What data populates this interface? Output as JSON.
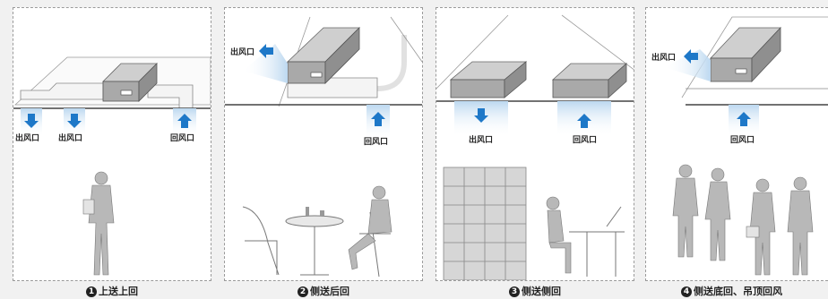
{
  "panels": [
    {
      "number": "1",
      "caption": "上送上回",
      "labels": {
        "out_1": "出风口",
        "out_2": "出风口",
        "return": "回风口"
      }
    },
    {
      "number": "2",
      "caption": "侧送后回",
      "labels": {
        "out": "出风口",
        "return": "回风口"
      }
    },
    {
      "number": "3",
      "caption": "侧送侧回",
      "labels": {
        "out": "出风口",
        "return": "回风口"
      }
    },
    {
      "number": "4",
      "caption": "侧送底回、吊顶回风",
      "labels": {
        "out": "出风口",
        "return": "回风口"
      }
    }
  ],
  "colors": {
    "arrow_blue": "#1e78c8",
    "airflow_blue": "#cfe3f4",
    "unit_dark": "#8a8a8a",
    "figure_gray": "#b8b8b8"
  }
}
